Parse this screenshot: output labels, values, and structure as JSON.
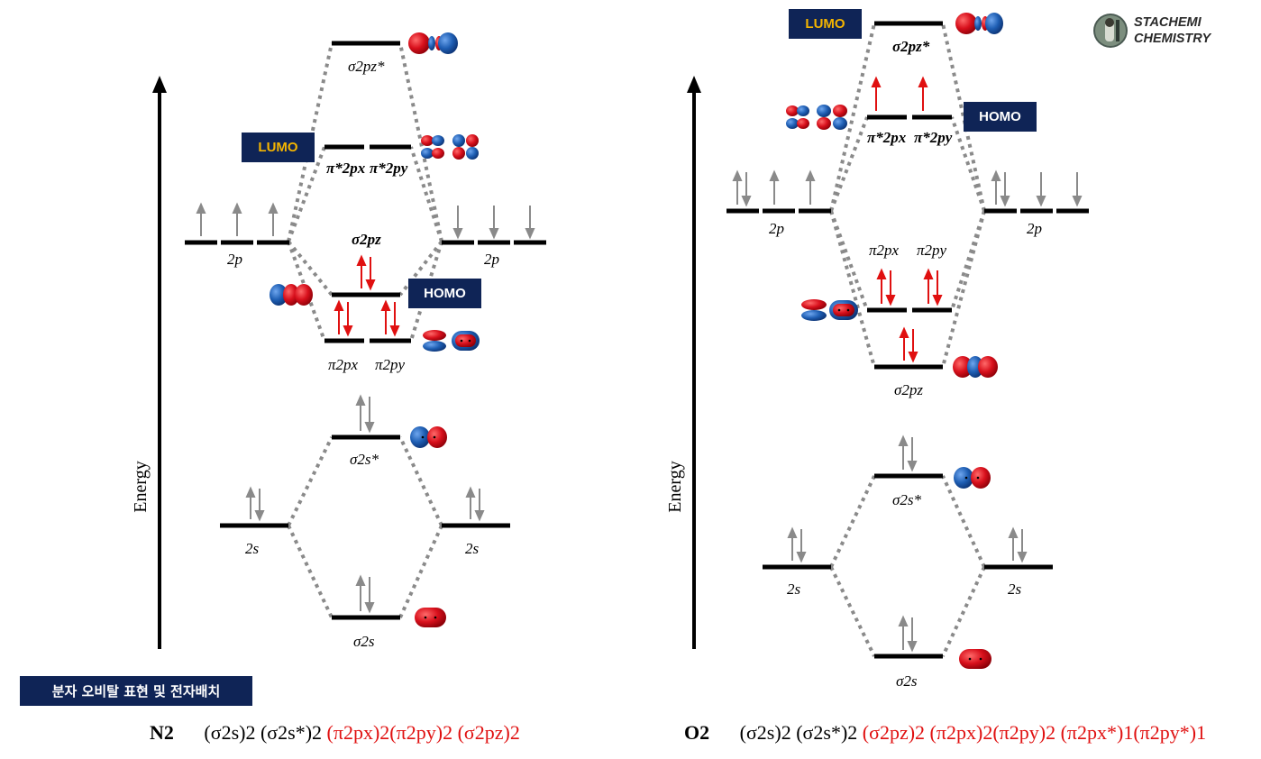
{
  "axis_label": "Energy",
  "n2": {
    "level_labels": {
      "s2pz_star": "σ2pz*",
      "pi_star_x": "π*2px",
      "pi_star_y": "π*2py",
      "atomic_2p": "2p",
      "s2pz": "σ2pz",
      "pi_x": "π2px",
      "pi_y": "π2py",
      "s2s_star": "σ2s*",
      "atomic_2s": "2s",
      "s2s": "σ2s"
    },
    "lumo": "LUMO",
    "homo": "HOMO",
    "formula": {
      "molecule": "N2",
      "black_part": "(σ2s)2 (σ2s*)2",
      "red_part": "(π2px)2(π2py)2 (σ2pz)2"
    }
  },
  "o2": {
    "level_labels": {
      "s2pz_star": "σ2pz*",
      "pi_star_x": "π*2px",
      "pi_star_y": "π*2py",
      "atomic_2p": "2p",
      "pi_x": "π2px",
      "pi_y": "π2py",
      "s2pz": "σ2pz",
      "s2s_star": "σ2s*",
      "atomic_2s": "2s",
      "s2s": "σ2s"
    },
    "lumo": "LUMO",
    "homo": "HOMO",
    "formula": {
      "molecule": "O2",
      "black_part": "(σ2s)2 (σ2s*)2",
      "red_part": "(σ2pz)2 (π2px)2(π2py)2 (π2px*)1(π2py*)1"
    }
  },
  "section_label": "분자 오비탈 표현 및 전자배치",
  "logo": {
    "line1": "STACHEMI",
    "line2": "CHEMISTRY"
  },
  "colors": {
    "badge_bg": "#0f2456",
    "lumo_text": "#f4b400",
    "electron_red": "#e01010",
    "electron_gray": "#8a8a8a",
    "lobe_red": "#d8101c",
    "lobe_blue": "#1f5fb4"
  }
}
